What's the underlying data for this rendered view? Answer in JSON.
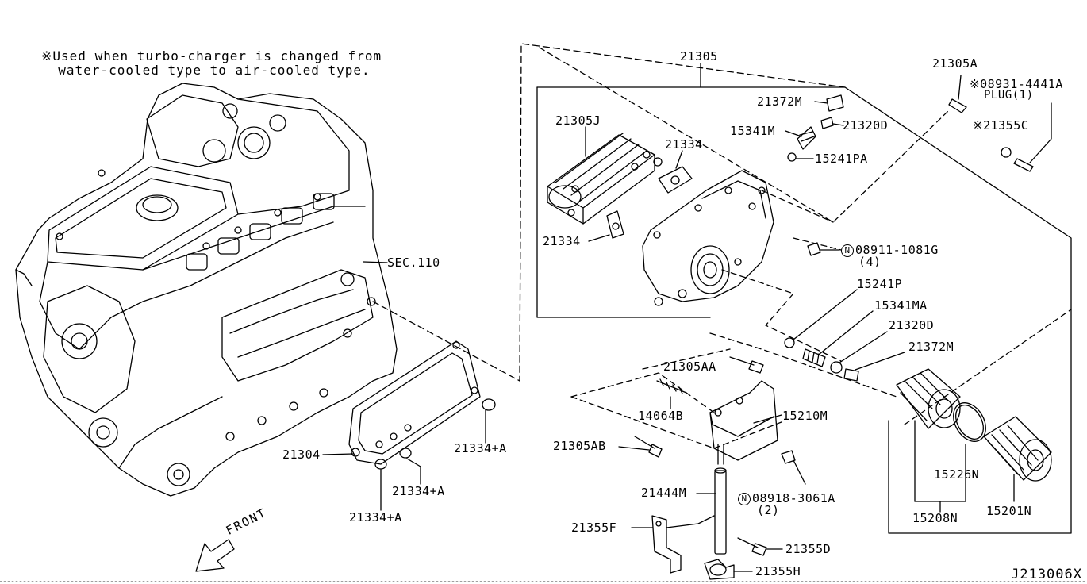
{
  "diagram": {
    "note_line1": "※Used when turbo-charger is changed from",
    "note_line2": "water-cooled type to air-cooled type.",
    "front_label": "FRONT",
    "diagram_code": "J213006X",
    "section_ref": "SEC.110",
    "parts": {
      "p21305": "21305",
      "p21305A": "21305A",
      "p08931": "※08931-4441A",
      "plug": "PLUG(1)",
      "p21355C": "※21355C",
      "p21372M_top": "21372M",
      "p21320D_top": "21320D",
      "p15341M": "15341M",
      "p15241PA": "15241PA",
      "p21305J": "21305J",
      "p21334_a": "21334",
      "p21334_b": "21334",
      "p08911": "08911-1081G",
      "p08911_qty": "(4)",
      "p15241P": "15241P",
      "p15341MA": "15341MA",
      "p21320D": "21320D",
      "p21372M": "21372M",
      "p21305AA": "21305AA",
      "p14064B": "14064B",
      "p15210M": "15210M",
      "p21305AB": "21305AB",
      "p08918": "08918-3061A",
      "p08918_qty": "(2)",
      "p21444M": "21444M",
      "p21355F": "21355F",
      "p21355D": "21355D",
      "p21355H": "21355H",
      "p15226N": "15226N",
      "p15208N": "15208N",
      "p15201N": "15201N",
      "p21304": "21304",
      "p21334A_1": "21334+A",
      "p21334A_2": "21334+A",
      "p21334A_3": "21334+A"
    },
    "circle_mark": "N"
  }
}
